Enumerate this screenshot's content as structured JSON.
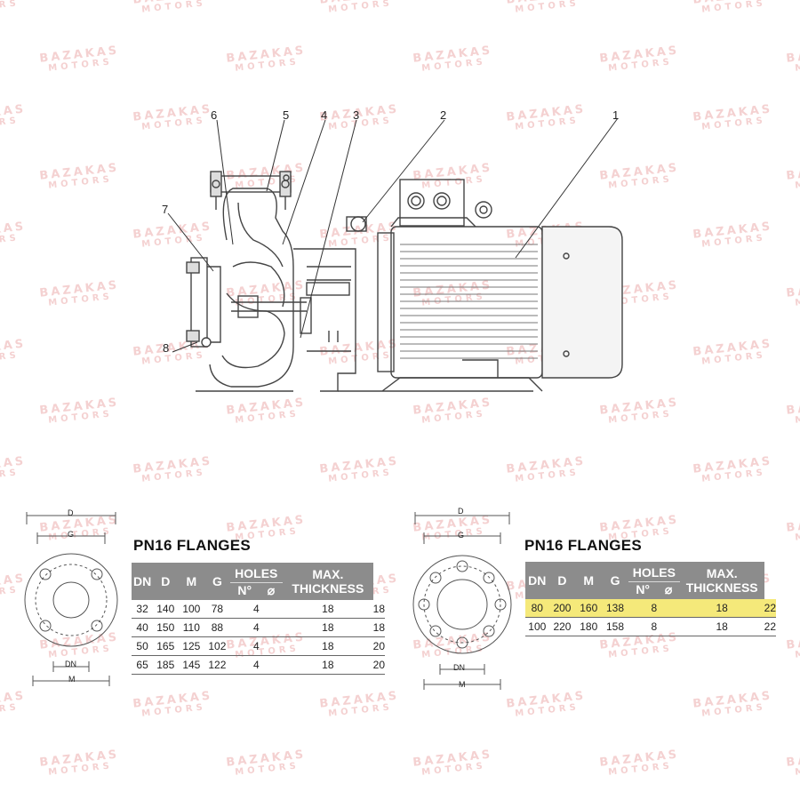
{
  "watermark": {
    "brand": "BAZAKAS",
    "sub": "MOTORS"
  },
  "callouts": [
    "1",
    "2",
    "3",
    "4",
    "5",
    "6",
    "7",
    "8"
  ],
  "flange_dims": {
    "d": "D",
    "g": "G",
    "dn": "DN",
    "m": "M"
  },
  "tables": [
    {
      "title": "PN16 FLANGES",
      "headers": {
        "dn": "DN",
        "d": "D",
        "m": "M",
        "g": "G",
        "holes": "HOLES",
        "holes_n": "N°",
        "holes_dia": "⌀",
        "max": "MAX.",
        "thickness": "THICKNESS"
      },
      "rows": [
        [
          "32",
          "140",
          "100",
          "78",
          "4",
          "18",
          "18"
        ],
        [
          "40",
          "150",
          "110",
          "88",
          "4",
          "18",
          "18"
        ],
        [
          "50",
          "165",
          "125",
          "102",
          "4",
          "18",
          "20"
        ],
        [
          "65",
          "185",
          "145",
          "122",
          "4",
          "18",
          "20"
        ]
      ]
    },
    {
      "title": "PN16 FLANGES",
      "headers": {
        "dn": "DN",
        "d": "D",
        "m": "M",
        "g": "G",
        "holes": "HOLES",
        "holes_n": "N°",
        "holes_dia": "⌀",
        "max": "MAX.",
        "thickness": "THICKNESS"
      },
      "highlight_row": 0,
      "highlight_color": "#f5e97a",
      "rows": [
        [
          "80",
          "200",
          "160",
          "138",
          "8",
          "18",
          "22"
        ],
        [
          "100",
          "220",
          "180",
          "158",
          "8",
          "18",
          "22"
        ]
      ]
    }
  ]
}
